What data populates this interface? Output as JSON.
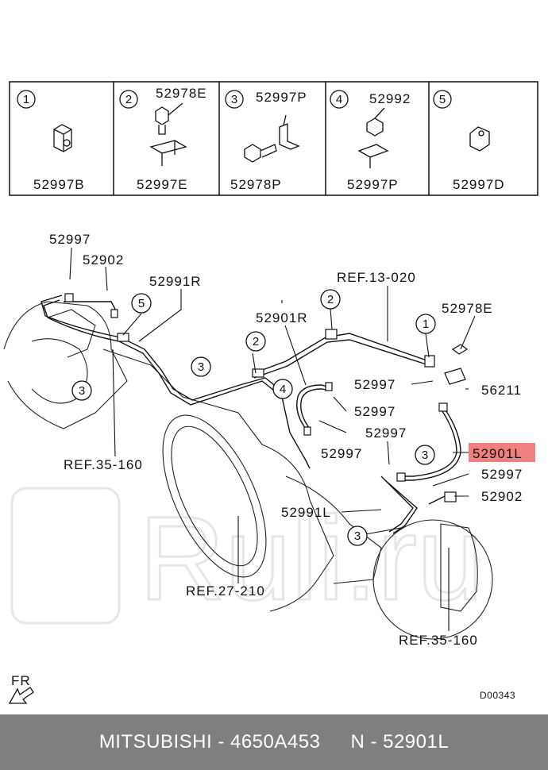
{
  "legend": [
    {
      "num": "1",
      "labels": [
        "52997B"
      ]
    },
    {
      "num": "2",
      "labels": [
        "52978E",
        "52997E"
      ]
    },
    {
      "num": "3",
      "labels": [
        "52997P",
        "52978P"
      ]
    },
    {
      "num": "4",
      "labels": [
        "52992",
        "52997P"
      ]
    },
    {
      "num": "5",
      "labels": [
        "52997D"
      ]
    }
  ],
  "callouts": {
    "c52997_top": "52997",
    "c52902_top": "52902",
    "c52991R": "52991R",
    "ref13": "REF.13-020",
    "c52978E": "52978E",
    "c52901R": "52901R",
    "c52997_a": "52997",
    "c56211": "56211",
    "c52997_b": "52997",
    "c52997_c": "52997",
    "c52997_d": "52997",
    "c52901L": "52901L",
    "c52997_e": "52997",
    "c52902_b": "52902",
    "c52991L": "52991L",
    "ref35_left": "REF.35-160",
    "ref27": "REF.27-210",
    "ref35_right": "REF.35-160",
    "fr": "FR",
    "code": "D00343"
  },
  "markers": {
    "m1": "1",
    "m2a": "2",
    "m2b": "2",
    "m3a": "3",
    "m3b": "3",
    "m3c": "3",
    "m3d": "3",
    "m4": "4",
    "m5": "5"
  },
  "watermark": "Ruli.ru",
  "footer": {
    "brand": "MITSUBISHI - 4650A453",
    "part": "N - 52901L"
  },
  "highlight_color": "#f08080"
}
